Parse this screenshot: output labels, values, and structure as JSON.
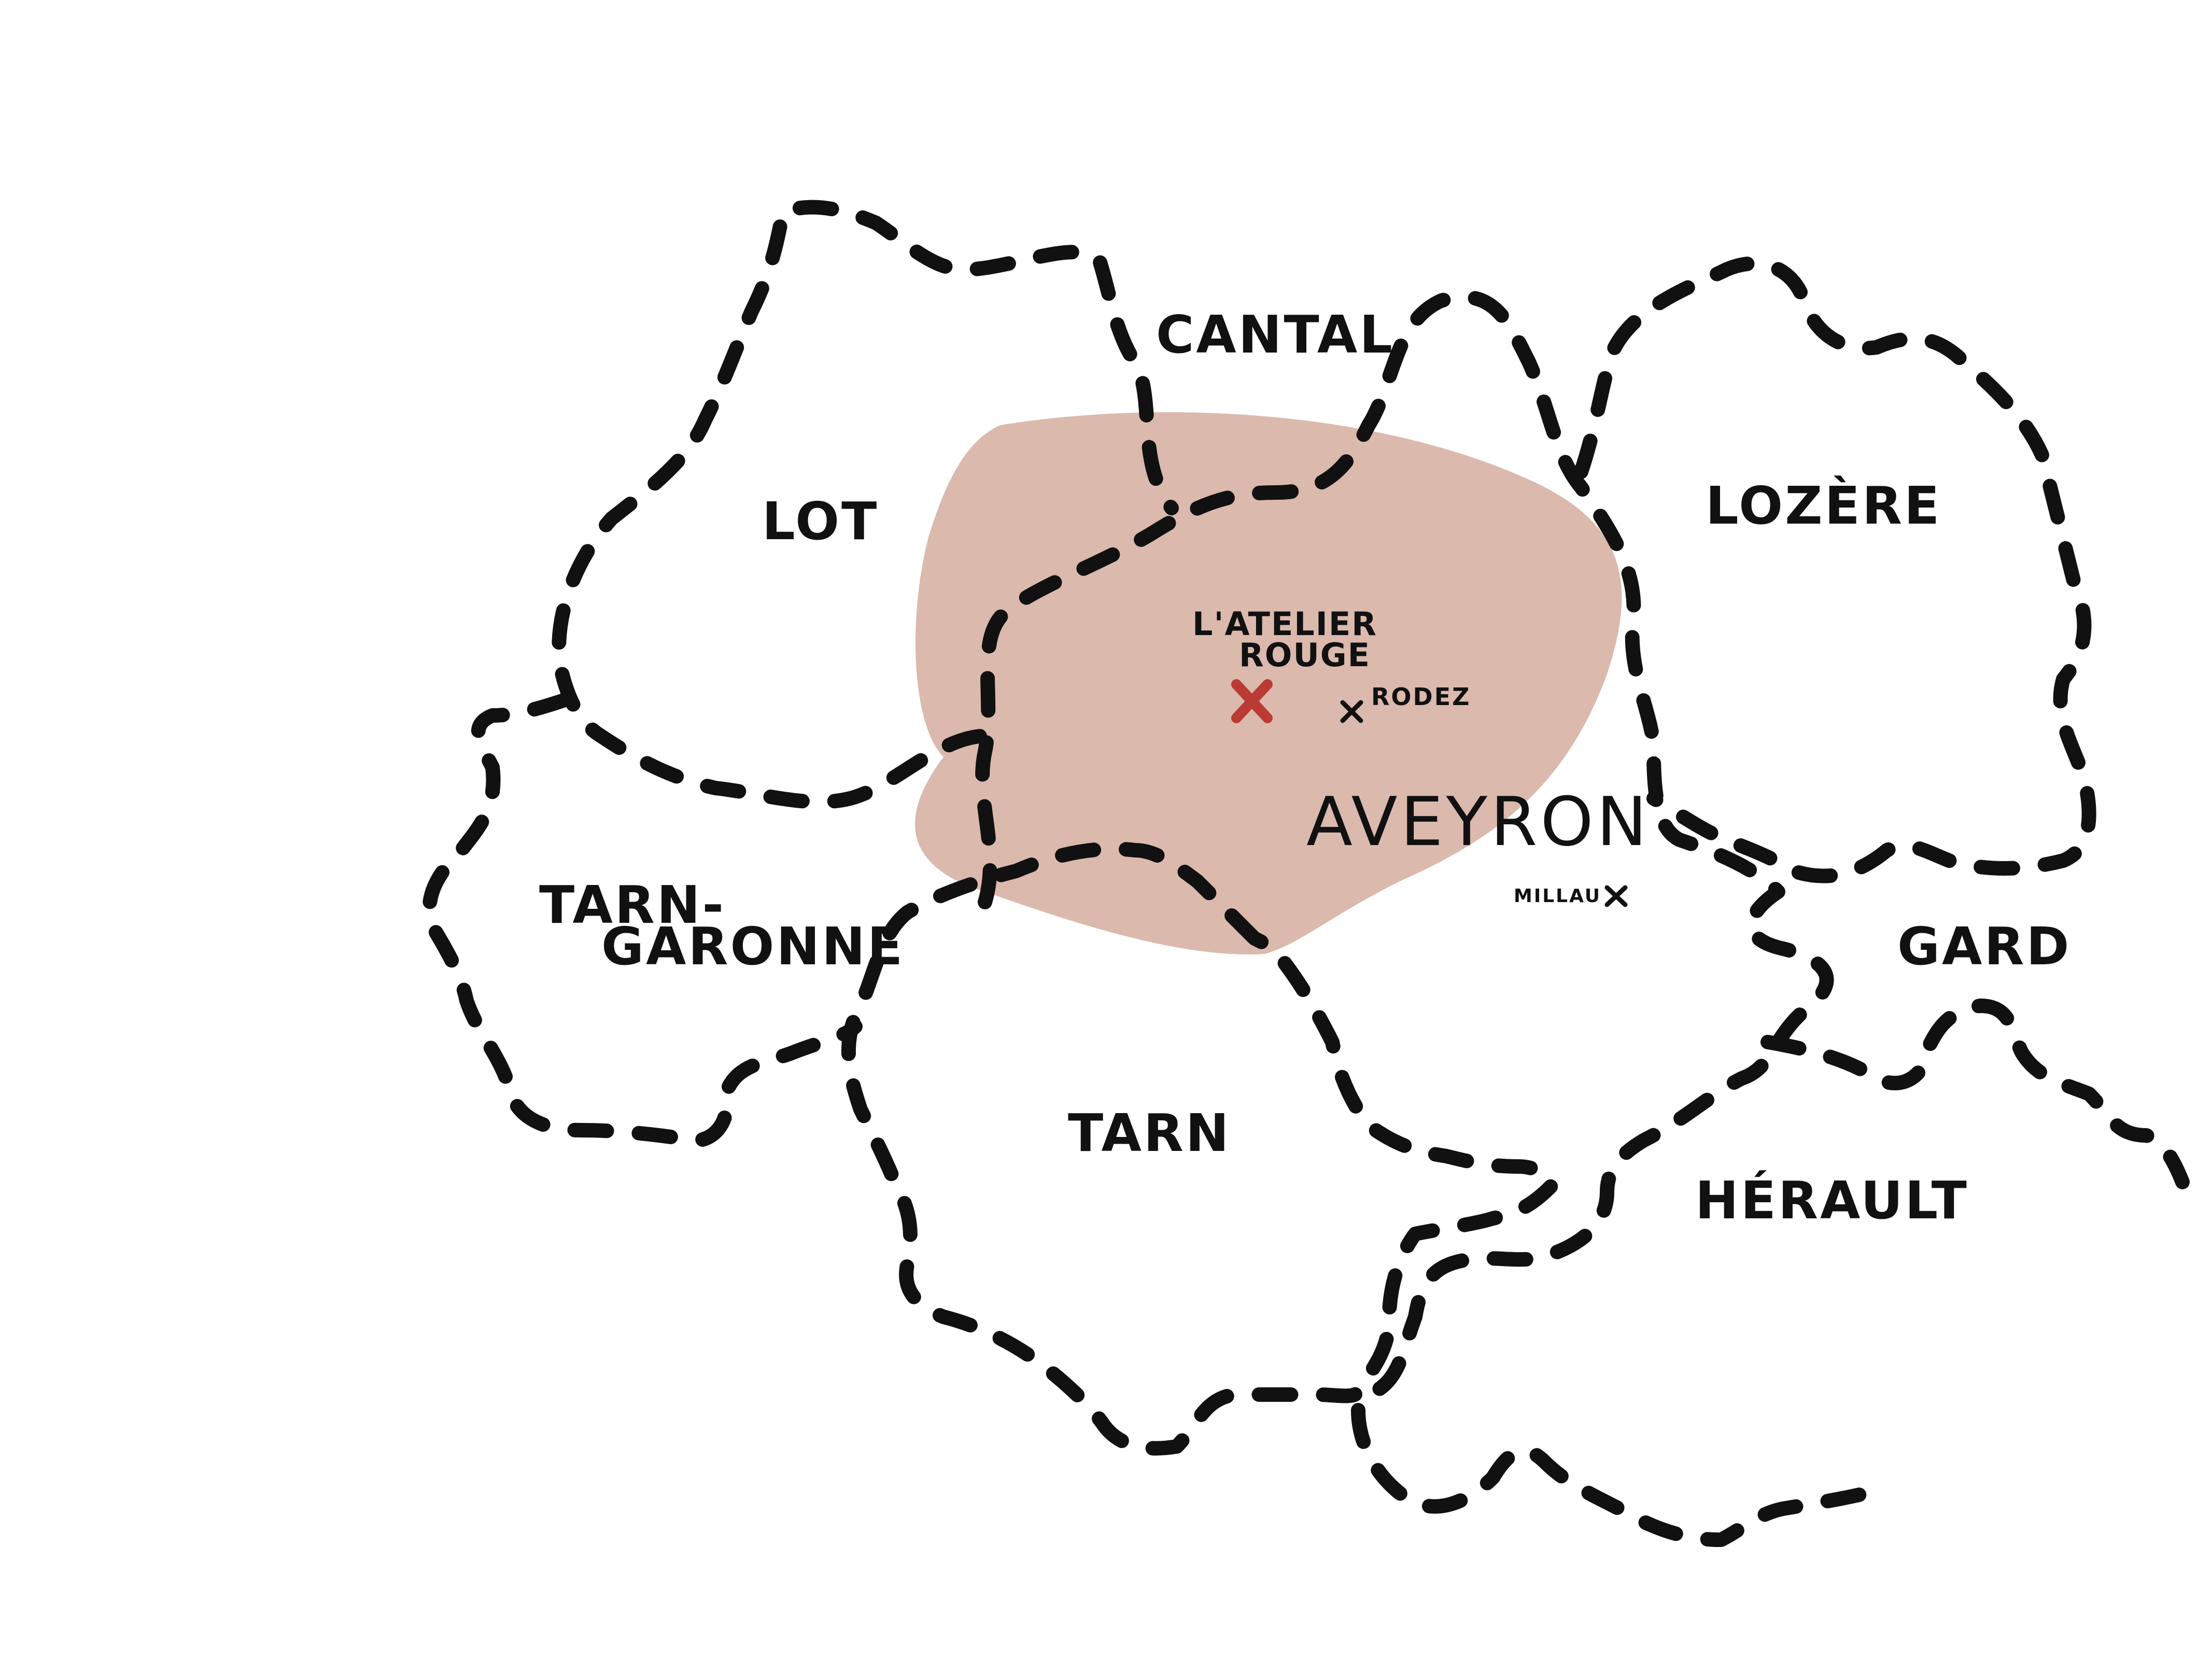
{
  "colors": {
    "highlight_fill": "#dbb9ad",
    "border_stroke": "#111111",
    "atelier_red": "#bc3a34",
    "background": "#ffffff"
  },
  "departments": {
    "cantal": "CANTAL",
    "lot": "LOT",
    "lozere": "LOZÈRE",
    "tarn_garonne_line1": "TARN-",
    "tarn_garonne_line2": "GARONNE",
    "aveyron": "AVEYRON",
    "gard": "GARD",
    "tarn": "TARN",
    "herault": "HÉRAULT"
  },
  "places": {
    "atelier_line1": "L'ATELIER",
    "atelier_line2": "ROUGE",
    "rodez": "RODEZ",
    "millau": "MILLAU"
  },
  "icons": {
    "atelier_marker": "cross-mark-icon",
    "rodez_marker": "cross-mark-icon",
    "millau_marker": "cross-mark-icon"
  }
}
